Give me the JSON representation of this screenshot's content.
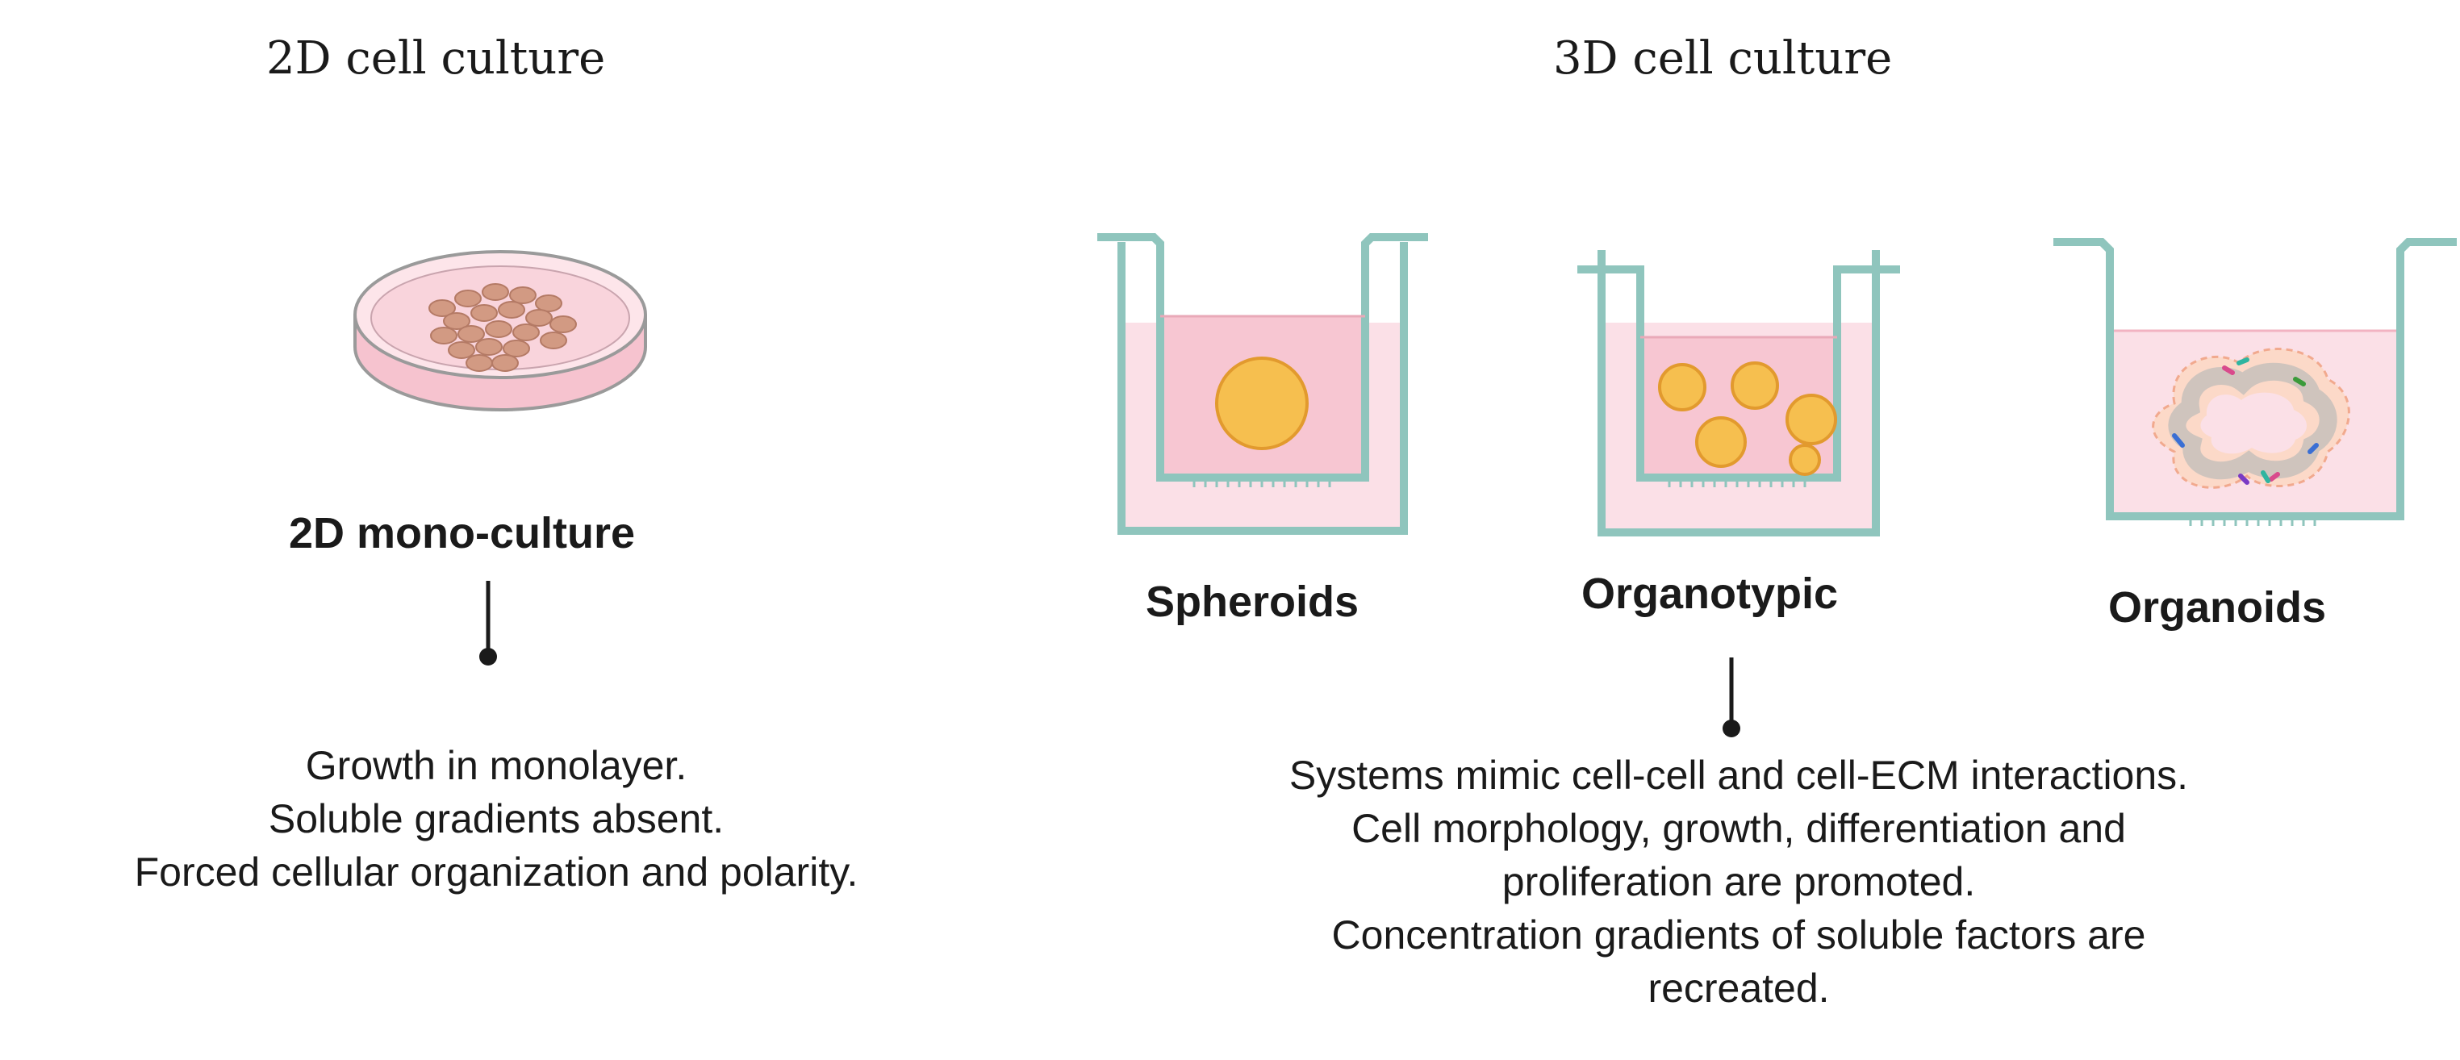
{
  "left": {
    "heading": "2D cell culture",
    "label": "2D mono-culture",
    "description": [
      "Growth in monolayer.",
      "Soluble gradients absent.",
      "Forced cellular organization and polarity."
    ]
  },
  "right": {
    "heading": "3D cell culture",
    "labels": {
      "spheroids": "Spheroids",
      "organotypic": "Organotypic",
      "organoids": "Organoids"
    },
    "description": [
      "Systems mimic cell-cell and cell-ECM interactions.",
      "Cell morphology, growth, differentiation and",
      "proliferation are promoted.",
      "Concentration gradients of soluble factors are",
      "recreated."
    ]
  },
  "colors": {
    "well_outline": "#8fc5bd",
    "medium_pink": "#f7c6d2",
    "medium_light": "#fbe0e7",
    "spheroid_yellow": "#f6bf4f",
    "cell_brown": "#d29a83"
  }
}
